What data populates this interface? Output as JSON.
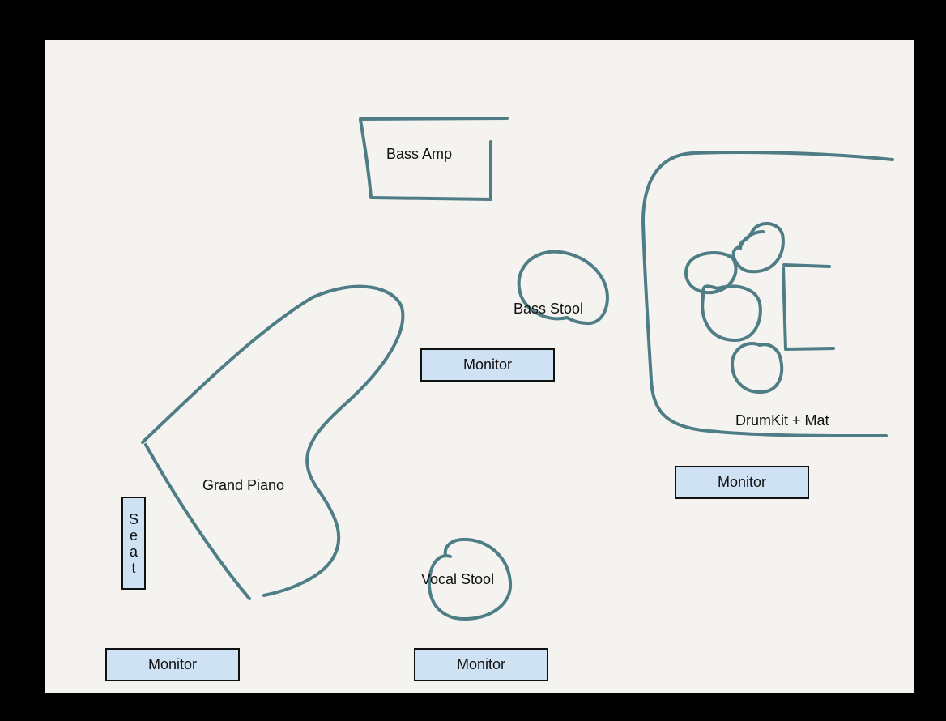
{
  "labels": {
    "bass_amp": "Bass Amp",
    "bass_stool": "Bass Stool",
    "drumkit": "DrumKit + Mat",
    "grand_piano": "Grand Piano",
    "vocal_stool": "Vocal Stool"
  },
  "seat": {
    "letters": [
      "S",
      "e",
      "a",
      "t"
    ]
  },
  "monitors": {
    "center_top": "Monitor",
    "right": "Monitor",
    "bottom_left": "Monitor",
    "bottom_center": "Monitor"
  },
  "colors": {
    "frame": "#000000",
    "canvas": "#f4f3ef",
    "sketch_stroke": "#4f7d86",
    "monitor_fill": "#cfe2f3",
    "text": "#111111"
  }
}
